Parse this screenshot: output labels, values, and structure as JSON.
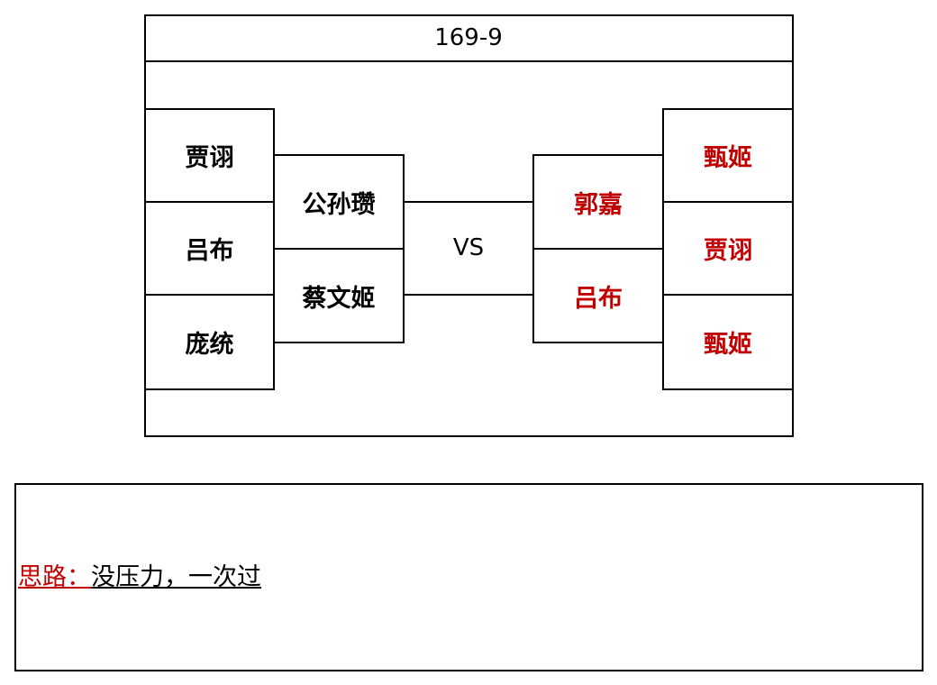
{
  "title": "169-9",
  "vs_label": "VS",
  "left_team": {
    "outer": [
      "贾诩",
      "吕布",
      "庞统"
    ],
    "inner": [
      "公孙瓒",
      "蔡文姬"
    ]
  },
  "right_team": {
    "inner": [
      "郭嘉",
      "吕布"
    ],
    "outer": [
      "甄姬",
      "贾诩",
      "甄姬"
    ]
  },
  "note": {
    "label": "思路：",
    "text": "没压力，一次过"
  },
  "colors": {
    "left_text": "#000000",
    "right_text": "#c00000",
    "note_label": "#c00000",
    "border": "#000000"
  }
}
